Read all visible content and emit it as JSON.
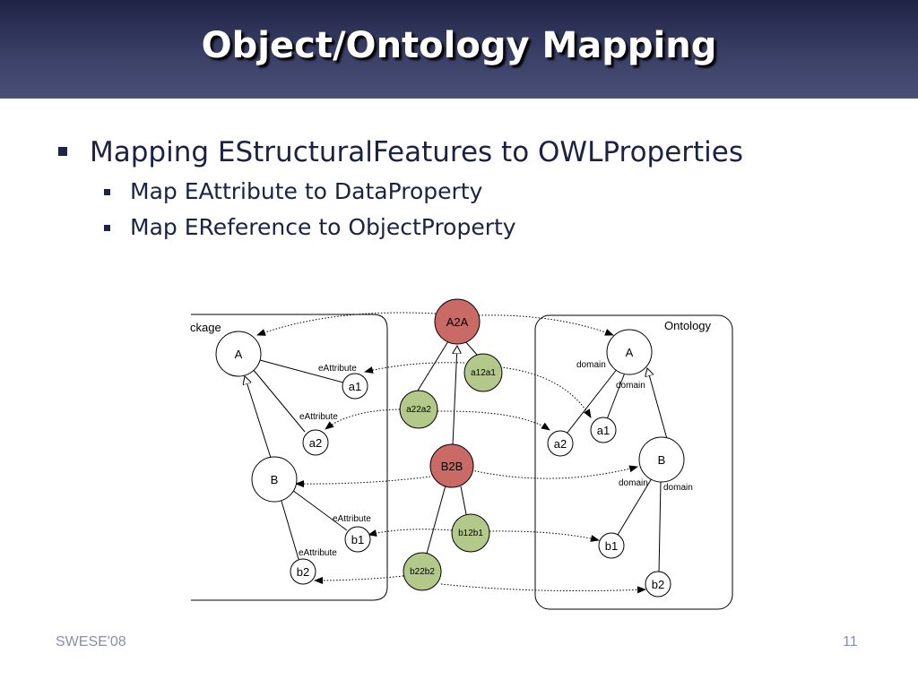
{
  "slide": {
    "title": "Object/Ontology Mapping",
    "footer_left": "SWESE'08",
    "page_number": "11"
  },
  "bullets": {
    "main": "Mapping EStructuralFeatures to OWLProperties",
    "sub": [
      "Map EAttribute to DataProperty",
      "Map EReference to ObjectProperty"
    ]
  },
  "diagram": {
    "package_label": "ckage",
    "ontology_label": "Ontology",
    "package_nodes": {
      "A": "A",
      "a1": "a1",
      "a2": "a2",
      "B": "B",
      "b1": "b1",
      "b2": "b2"
    },
    "ontology_nodes": {
      "A": "A",
      "a1": "a1",
      "a2": "a2",
      "B": "B",
      "b1": "b1",
      "b2": "b2"
    },
    "mapping_nodes": {
      "A2A": "A2A",
      "a12a1": "a12a1",
      "a22a2": "a22a2",
      "B2B": "B2B",
      "b12b1": "b12b1",
      "b22b2": "b22b2"
    },
    "edge_labels": {
      "eAttribute_a1": "eAttribute",
      "eAttribute_a2": "eAttribute",
      "eAttribute_b1": "eAttribute",
      "eAttribute_b2": "eAttribute",
      "domain_a2": "domain",
      "domain_a1": "domain",
      "domain_b1": "domain",
      "domain_b2": "domain"
    },
    "colors": {
      "class_mapping": "#c96a66",
      "feature_mapping": "#b3c98a",
      "node": "#ffffff"
    }
  }
}
